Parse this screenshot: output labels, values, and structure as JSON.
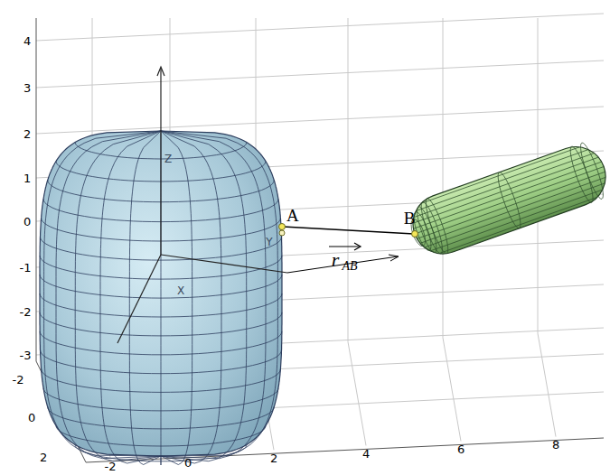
{
  "diagram": {
    "labels": [
      "4",
      "3",
      "2",
      "1",
      "0",
      "-1",
      "-2",
      "-3",
      "-2",
      "0",
      "2",
      "-2",
      "0",
      "2",
      "4",
      "6",
      "8",
      "A",
      "B",
      "r",
      "AB",
      "Z",
      "X",
      "Y"
    ]
  }
}
